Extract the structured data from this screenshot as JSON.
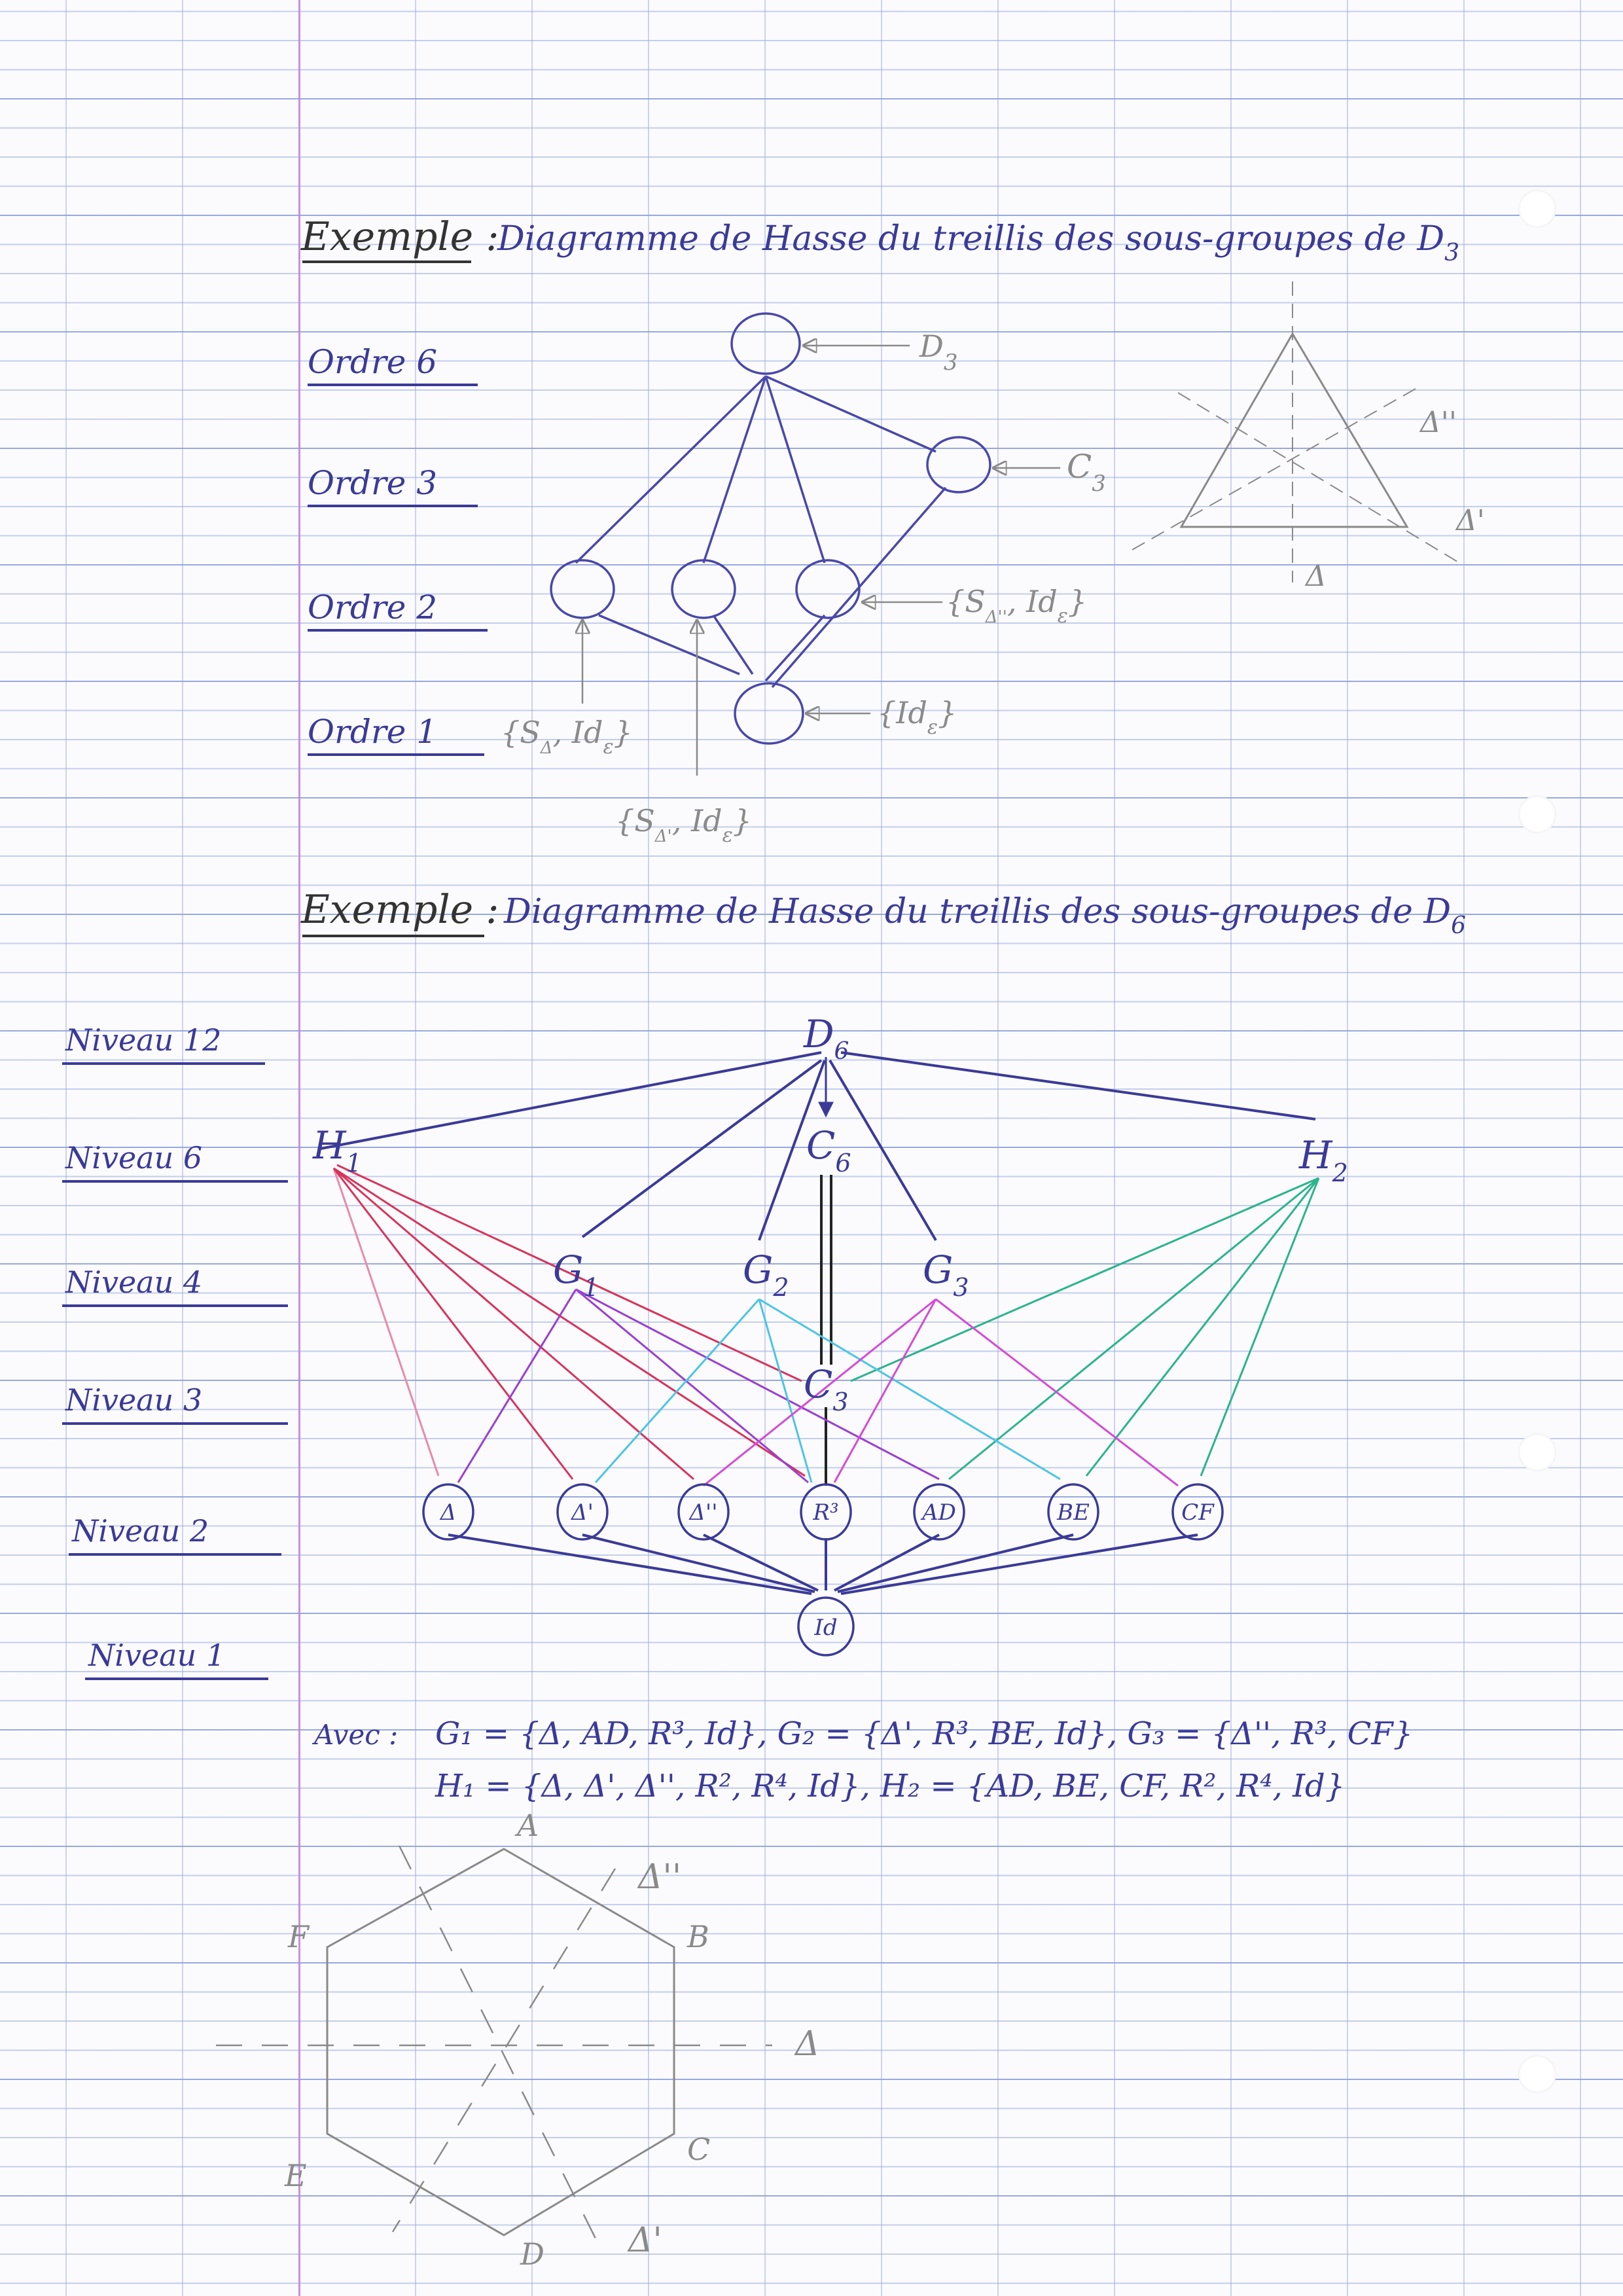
{
  "example1": {
    "heading": "Exemple :",
    "title": "Diagramme de Hasse du treillis des sous-groupes de D",
    "title_sub": "3",
    "levels": [
      "Ordre 6",
      "Ordre 3",
      "Ordre 2",
      "Ordre 1"
    ],
    "labels": {
      "top": "D",
      "top_sub": "3",
      "c3": "C",
      "c3_sub": "3",
      "s_dd": "{S",
      "s_dd_sub": "Δ''",
      "s_dd_end": ", Id",
      "s_dd_end_sub": "ε",
      "s_dd_close": "}",
      "id": "{Id",
      "id_sub": "ε",
      "id_close": "}",
      "s_d": "{S",
      "s_d_sub": "Δ",
      "s_d_end": ", Id",
      "s_d_end_sub": "ε",
      "s_d_close": "}",
      "s_dp": "{S",
      "s_dp_sub": "Δ'",
      "s_dp_end": ", Id",
      "s_dp_end_sub": "ε",
      "s_dp_close": "}"
    },
    "triangle_axes": [
      "Δ''",
      "Δ'",
      "Δ"
    ]
  },
  "example2": {
    "heading": "Exemple :",
    "title": "Diagramme de Hasse du treillis des sous-groupes de D",
    "title_sub": "6",
    "levels": [
      "Niveau 12",
      "Niveau 6",
      "Niveau 4",
      "Niveau 3",
      "Niveau 2",
      "Niveau 1"
    ],
    "top": "D",
    "top_sub": "6",
    "c6": "C",
    "c6_sub": "6",
    "h1": "H",
    "h1_sub": "1",
    "h2": "H",
    "h2_sub": "2",
    "g1": "G",
    "g1_sub": "1",
    "g2": "G",
    "g2_sub": "2",
    "g3": "G",
    "g3_sub": "3",
    "c3": "C",
    "c3_sub": "3",
    "level2_nodes": [
      "Δ",
      "Δ'",
      "Δ''",
      "R³",
      "AD",
      "BE",
      "CF"
    ],
    "identity": "Id",
    "colors": {
      "navy": "#3b3a98",
      "red": "#d8335a",
      "pink": "#e88aa8",
      "purple": "#9a3ed0",
      "cyan": "#4cc4e4",
      "magenta": "#d54ad5",
      "green": "#2bb38c",
      "black": "#222222",
      "pencil": "#8a8a8a"
    }
  },
  "definitions": {
    "intro": "Avec :",
    "line1": "G₁ = {Δ, AD, R³, Id},   G₂ = {Δ', R³, BE, Id},   G₃ = {Δ'', R³, CF}",
    "line2": "H₁ = {Δ, Δ', Δ'', R², R⁴, Id},   H₂ = {AD, BE, CF, R², R⁴, Id}"
  },
  "hexagon": {
    "vertices": [
      "A",
      "B",
      "C",
      "D",
      "E",
      "F"
    ],
    "axes": [
      "Δ''",
      "Δ",
      "Δ'"
    ]
  }
}
